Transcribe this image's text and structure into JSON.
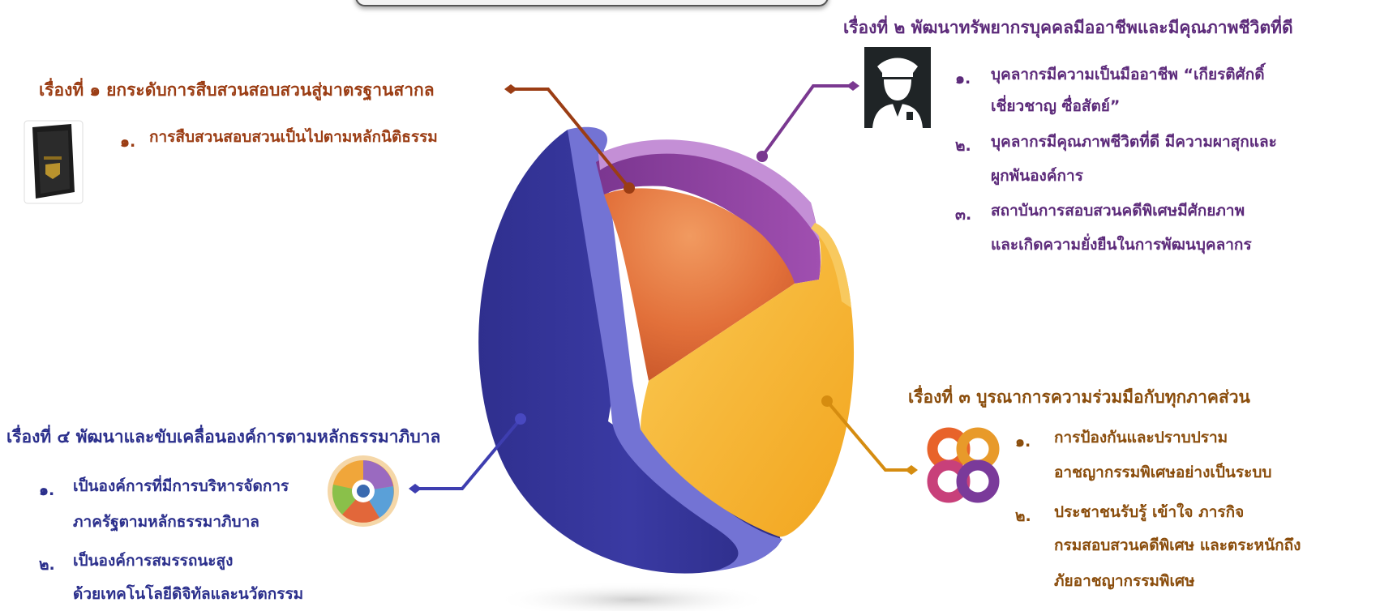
{
  "topics": {
    "t1": {
      "heading": "เรื่องที่ ๑ ยกระดับการสืบสวนสอบสวนสู่มาตรฐานสากล",
      "items": [
        {
          "num": "๑.",
          "lines": [
            "การสืบสวนสอบสวนเป็นไปตามหลักนิติธรรม"
          ]
        }
      ],
      "icon": "badge-wallet-icon",
      "color": "#9b3d14"
    },
    "t2": {
      "heading": "เรื่องที่ ๒ พัฒนาทรัพยากรบุคคลมีออาชีพและมีคุณภาพชีวิตที่ดี",
      "items": [
        {
          "num": "๑.",
          "lines": [
            "บุคลากรมีความเป็นมืออาชีพ “เกียรติศักดิ์",
            "เชี่ยวชาญ ซื่อสัตย์”"
          ]
        },
        {
          "num": "๒.",
          "lines": [
            "บุคลากรมีคุณภาพชีวิตที่ดี มีความผาสุกและ",
            "ผูกพันองค์การ"
          ]
        },
        {
          "num": "๓.",
          "lines": [
            "สถาบันการสอบสวนคดีพิเศษมีศักยภาพ",
            "และเกิดความยั่งยืนในการพัฒนบุคลากร"
          ]
        }
      ],
      "icon": "officer-icon",
      "color": "#5c2a7a"
    },
    "t3": {
      "heading": "เรื่องที่ ๓ บูรณาการความร่วมมือกับทุกภาคส่วน",
      "items": [
        {
          "num": "๑.",
          "lines": [
            "การป้องกันและปราบปราม",
            "อาชญากรรมพิเศษอย่างเป็นระบบ"
          ]
        },
        {
          "num": "๒.",
          "lines": [
            "ประชาชนรับรู้ เข้าใจ ภารกิจ",
            "กรมสอบสวนคดีพิเศษ และตระหนักถึง",
            "ภัยอาชญากรรมพิเศษ"
          ]
        }
      ],
      "icon": "cooperation-knot-icon",
      "color": "#8a4d0c"
    },
    "t4": {
      "heading": "เรื่องที่ ๔ พัฒนาและขับเคลื่อนองค์การตามหลักธรรมาภิบาล",
      "items": [
        {
          "num": "๑.",
          "lines": [
            "เป็นองค์การที่มีการบริหารจัดการ",
            "ภาครัฐตามหลักธรรมาภิบาล"
          ]
        },
        {
          "num": "๒.",
          "lines": [
            "เป็นองค์การสมรรถนะสูง",
            "ด้วยเทคโนโลยีดิจิทัลและนวัตกรรม"
          ]
        }
      ],
      "icon": "governance-wheel-icon",
      "color": "#2b2f8c"
    }
  },
  "sphere": {
    "colors": {
      "outer_shell": "#323296",
      "rim": "#7272d2",
      "purple_band": "#8b3f9a",
      "orange_core": "#e06b33",
      "yellow_wedge": "#f6b739"
    }
  }
}
